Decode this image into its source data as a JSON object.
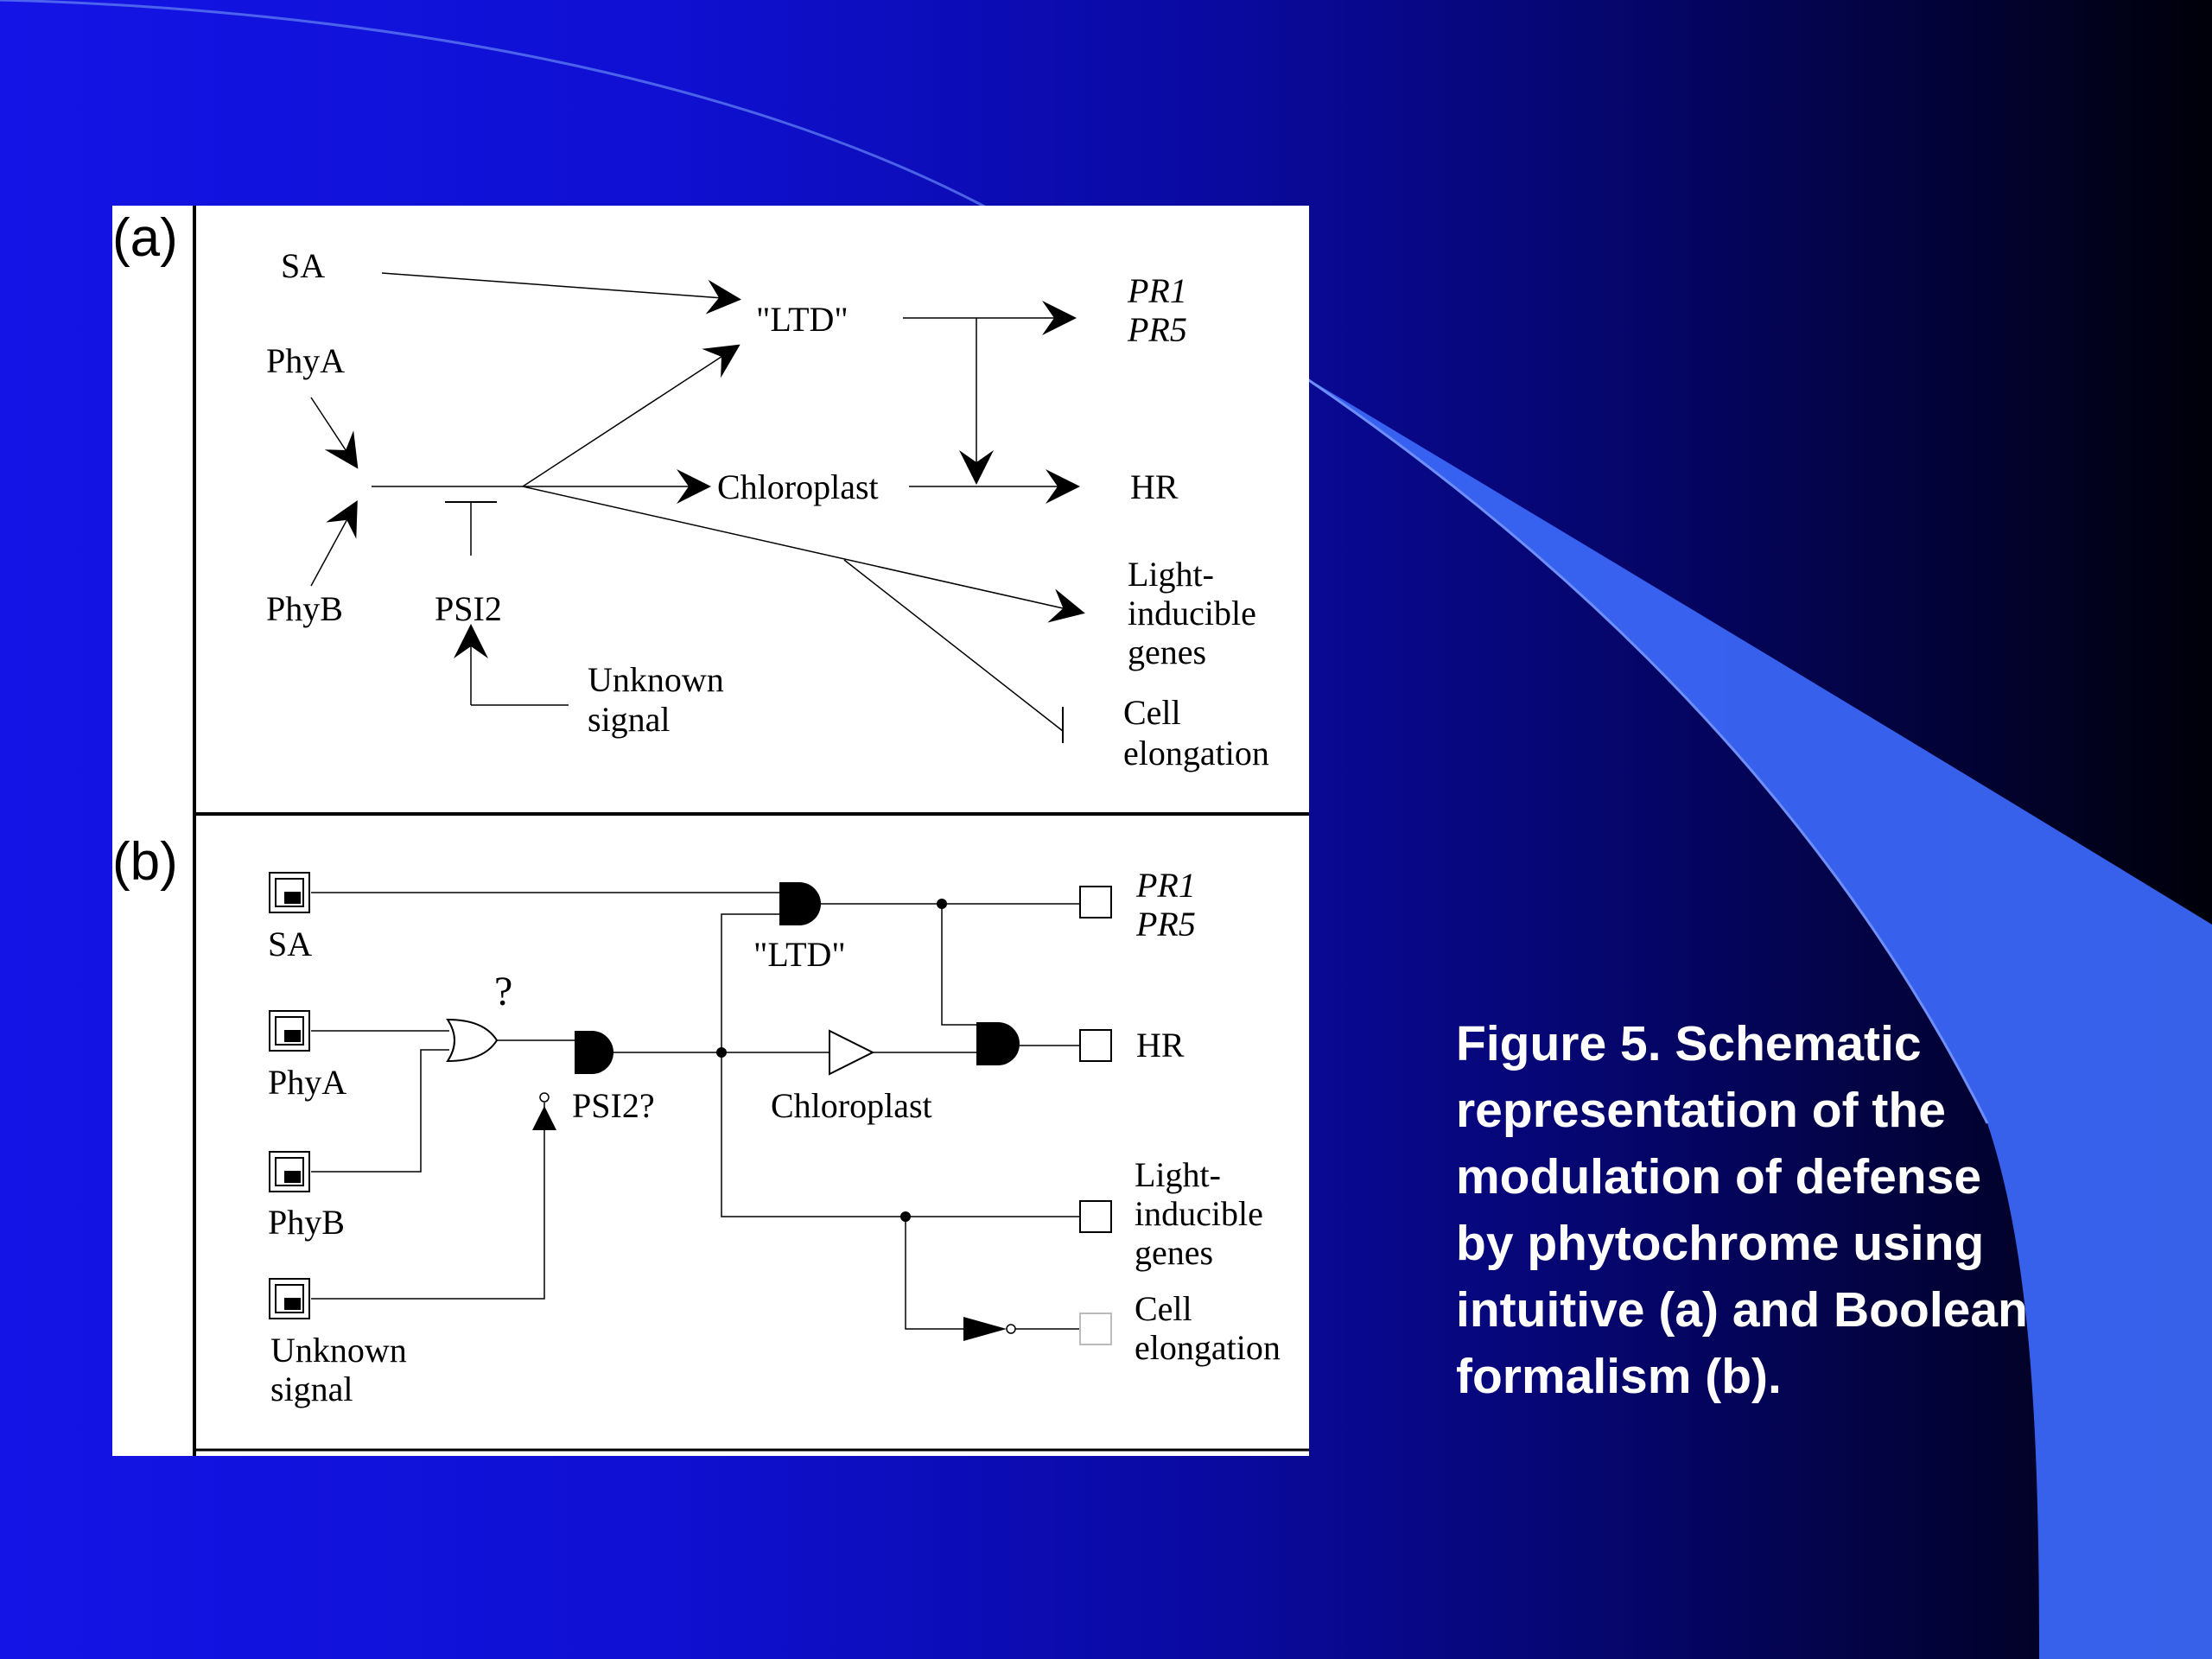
{
  "slide": {
    "caption_lines": [
      "Figure 5. Schematic",
      "representation of the",
      "modulation of defense",
      "by phytochrome using",
      "intuitive (a) and Boolean",
      "formalism (b)."
    ],
    "colors": {
      "background_left": "#1414e6",
      "background_right": "#000008",
      "swoosh": "#3a66f5",
      "caption_text": "#ffffff",
      "figure_background": "#ffffff"
    }
  },
  "figure": {
    "panel_a": {
      "label": "(a)",
      "nodes": {
        "sa": "SA",
        "phya": "PhyA",
        "phyb": "PhyB",
        "psi2": "PSI2",
        "unknown_1": "Unknown",
        "unknown_2": "signal",
        "ltd": "\"LTD\"",
        "pr1": "PR1",
        "pr5": "PR5",
        "chloroplast": "Chloroplast",
        "hr": "HR",
        "light_1": "Light-",
        "light_2": "inducible",
        "light_3": "genes",
        "cell_1": "Cell",
        "cell_2": "elongation"
      }
    },
    "panel_b": {
      "label": "(b)",
      "nodes": {
        "sa": "SA",
        "phya": "PhyA",
        "phyb": "PhyB",
        "unknown_1": "Unknown",
        "unknown_2": "signal",
        "question": "?",
        "psi2": "PSI2?",
        "ltd": "\"LTD\"",
        "chloroplast": "Chloroplast",
        "pr1": "PR1",
        "pr5": "PR5",
        "hr": "HR",
        "light_1": "Light-",
        "light_2": "inducible",
        "light_3": "genes",
        "cell_1": "Cell",
        "cell_2": "elongation"
      }
    }
  }
}
